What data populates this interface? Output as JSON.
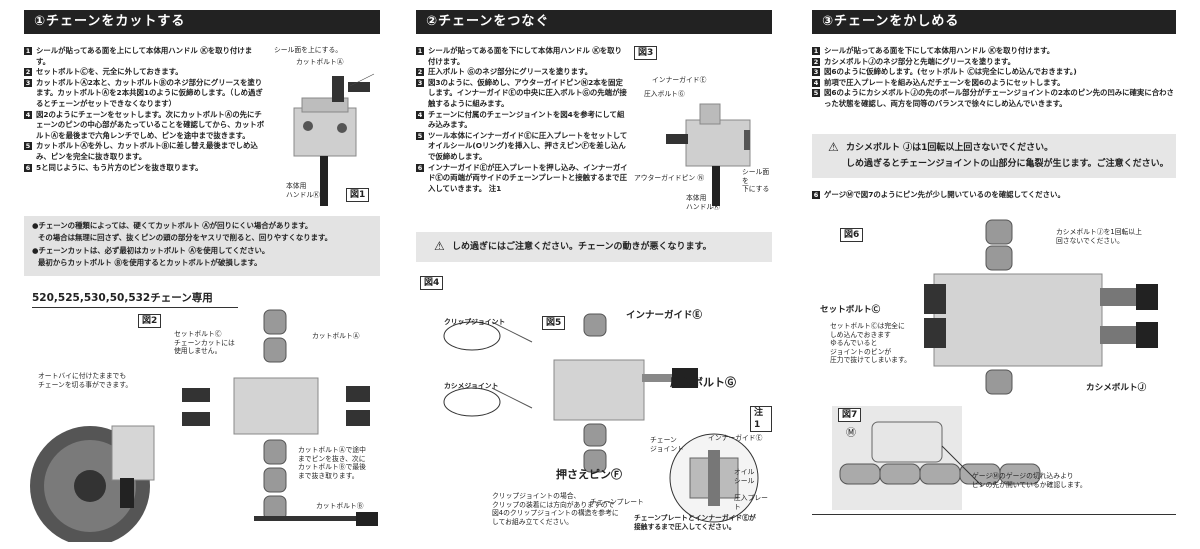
{
  "col1": {
    "title": "①チェーンをカットする",
    "steps": [
      {
        "num": "1",
        "text": "シールが貼ってある面を上にして本体用ハンドル Ⓚを取り付けます。"
      },
      {
        "num": "2",
        "text": "セットボルトⒸを、元全に外しておきます。"
      },
      {
        "num": "3",
        "text": "カットボルトⒶ2本と、カットボルトⒷのネジ部分にグリースを塗ります。カットボルトⒶを2本共図1のように仮締めします。（しめ過ぎるとチェーンがセットできなくなります）"
      },
      {
        "num": "4",
        "text": "図2のようにチェーンをセットします。次にカットボルトⒶの先にチェーンのピンの中心部があたっていることを確認してから、カットボルトⒶを最後まで六角レンチでしめ、ピンを途中まで抜きます。"
      },
      {
        "num": "5",
        "text": "カットボルトⒶを外し、カットボルトⒷに差し替え最後までしめ込み、ピンを完全に抜き取ります。"
      },
      {
        "num": "6",
        "text": "5と同じように、もう片方のピンを抜き取ります。"
      }
    ],
    "fig1_labels": {
      "seal": "シール面を上にする。",
      "cut_bolt": "カットボルトⒶ",
      "handle": "本体用\nハンドルⓀ",
      "fig": "図1"
    },
    "note": [
      "●チェーンの種類によっては、硬くてカットボルト Ⓐが回りにくい場合があります。",
      "その場合は無理に回さず、抜くピンの頭の部分をヤスリで削ると、回りやすくなります。",
      "●チェーンカットは、必ず最初はカットボルト Ⓐを使用してください。",
      "最初からカットボルト Ⓑを使用するとカットボルトが破損します。"
    ],
    "subtitle": "520,525,530,50,532チェーン専用",
    "fig2": "図2",
    "fig2_labels": {
      "set_bolt": "セットボルトⒸ\nチェーンカットには\n使用しません。",
      "cut_bolt_a": "カットボルトⒶ",
      "bike": "オートバイに付けたままでも\nチェーンを切る事ができます。",
      "cut_bolt_a2": "カットボルトⒶで途中\nまでピンを抜き、次に\nカットボルトⒷで最後\nまで抜き取ります。",
      "cut_bolt_b": "カットボルトⒷ"
    }
  },
  "col2": {
    "title": "②チェーンをつなぐ",
    "steps": [
      {
        "num": "1",
        "text": "シールが貼ってある面を下にして本体用ハンドル Ⓚを取り付けます。"
      },
      {
        "num": "2",
        "text": "圧入ボルト Ⓖのネジ部分にグリースを塗ります。"
      },
      {
        "num": "3",
        "text": "図3のように、仮締めし、アウターガイドピンⓃ2本を固定します。インナーガイドⒺの中央に圧入ボルトⒼの先端が接触するように組みます。"
      },
      {
        "num": "4",
        "text": "チェーンに付属のチェーンジョイントを図4を参考にして組み込みます。"
      },
      {
        "num": "5",
        "text": "ツール本体にインナーガイドⒺに圧入プレートをセットしてオイルシール(Oリング)を挿入し、押さえピンⒻを差し込んで仮締めします。"
      },
      {
        "num": "6",
        "text": "インナーガイドⒺが圧入プレートを押し込み、インナーガイドⒺの両端が両サイドのチェーンプレートと接触するまで圧入していきます。 注1"
      }
    ],
    "fig3": "図3",
    "fig3_labels": {
      "inner": "インナーガイドⒺ",
      "press_bolt": "圧入ボルトⒼ",
      "outer": "アウターガイドピン Ⓝ",
      "handle": "本体用\nハンドルⓀ",
      "seal": "シール面を\n下にする"
    },
    "warn": "しめ過ぎにはご注意ください。チェーンの動きが悪くなります。",
    "fig4": "図4",
    "fig5": "図5",
    "fig4_labels": {
      "clip": "クリップジョイント",
      "kashime": "カシメジョイント",
      "inner": "インナーガイドⒺ",
      "press_bolt": "圧入ボルトⒼ",
      "pin": "押さえピンⒻ",
      "note1": "注1",
      "clip_note": "クリップジョイントの場合、\nクリップの装着には方向がありますので\n図4のクリップジョイントの構造を参考に\nしてお組み立てください。",
      "chain_plate": "チェーンプレート",
      "joint": "チェーン\nジョイント",
      "oil_seal": "オイル\nシール",
      "press_plate": "圧入プレート",
      "contact": "チェーンプレートとインナーガイドⒺが\n接触するまで圧入してください。",
      "inner_small": "インナーガイドⒺ"
    }
  },
  "col3": {
    "title": "③チェーンをかしめる",
    "steps": [
      {
        "num": "1",
        "text": "シールが貼ってある面を下にして本体用ハンドル Ⓚを取り付けます。"
      },
      {
        "num": "2",
        "text": "カシメボルトⒿのネジ部分と先端にグリースを塗ります。"
      },
      {
        "num": "3",
        "text": "図6のように仮締めします。(セットボルト Ⓒは完全にしめ込んでおきます。)"
      },
      {
        "num": "4",
        "text": "前項で圧入プレートを組み込んだチェーンを図6のようにセットします。"
      },
      {
        "num": "5",
        "text": "図6のようにカシメボルトⒿの先のボール部分がチェーンジョイントの2本のピン先の凹みに確実に合わさった状態を確認し、両方を同等のバランスで徐々にしめ込んでいきます。"
      }
    ],
    "warn_lines": [
      "カシメボルト Ⓙは1回転以上回さないでください。",
      "しめ過ぎるとチェーンジョイントの山部分に亀裂が生じます。ご注意ください。"
    ],
    "step6": {
      "num": "6",
      "text": "ゲージⓂで図7のようにピン先が少し開いているのを確認してください。"
    },
    "fig6": "図6",
    "fig6_labels": {
      "kashime_top": "カシメボルトⒿを1回転以上\n回さないでください。",
      "set_bolt": "セットボルトⒸ",
      "set_bolt_note": "セットボルトⒸは完全に\nしめ込んでおきます\nゆるんでいると\nジョイントのピンが\n圧力で抜けてしまいます。",
      "kashime": "カシメボルトⒿ"
    },
    "fig7": "図7",
    "fig7_labels": {
      "m": "Ⓜ",
      "gauge": "ゲージⓂのゲージの切れ込みより\nピンの先が開いているか確認します。"
    }
  },
  "colors": {
    "header_bg": "#222222",
    "note_bg": "#e3e3e3",
    "metal": "#c9c9c9"
  }
}
